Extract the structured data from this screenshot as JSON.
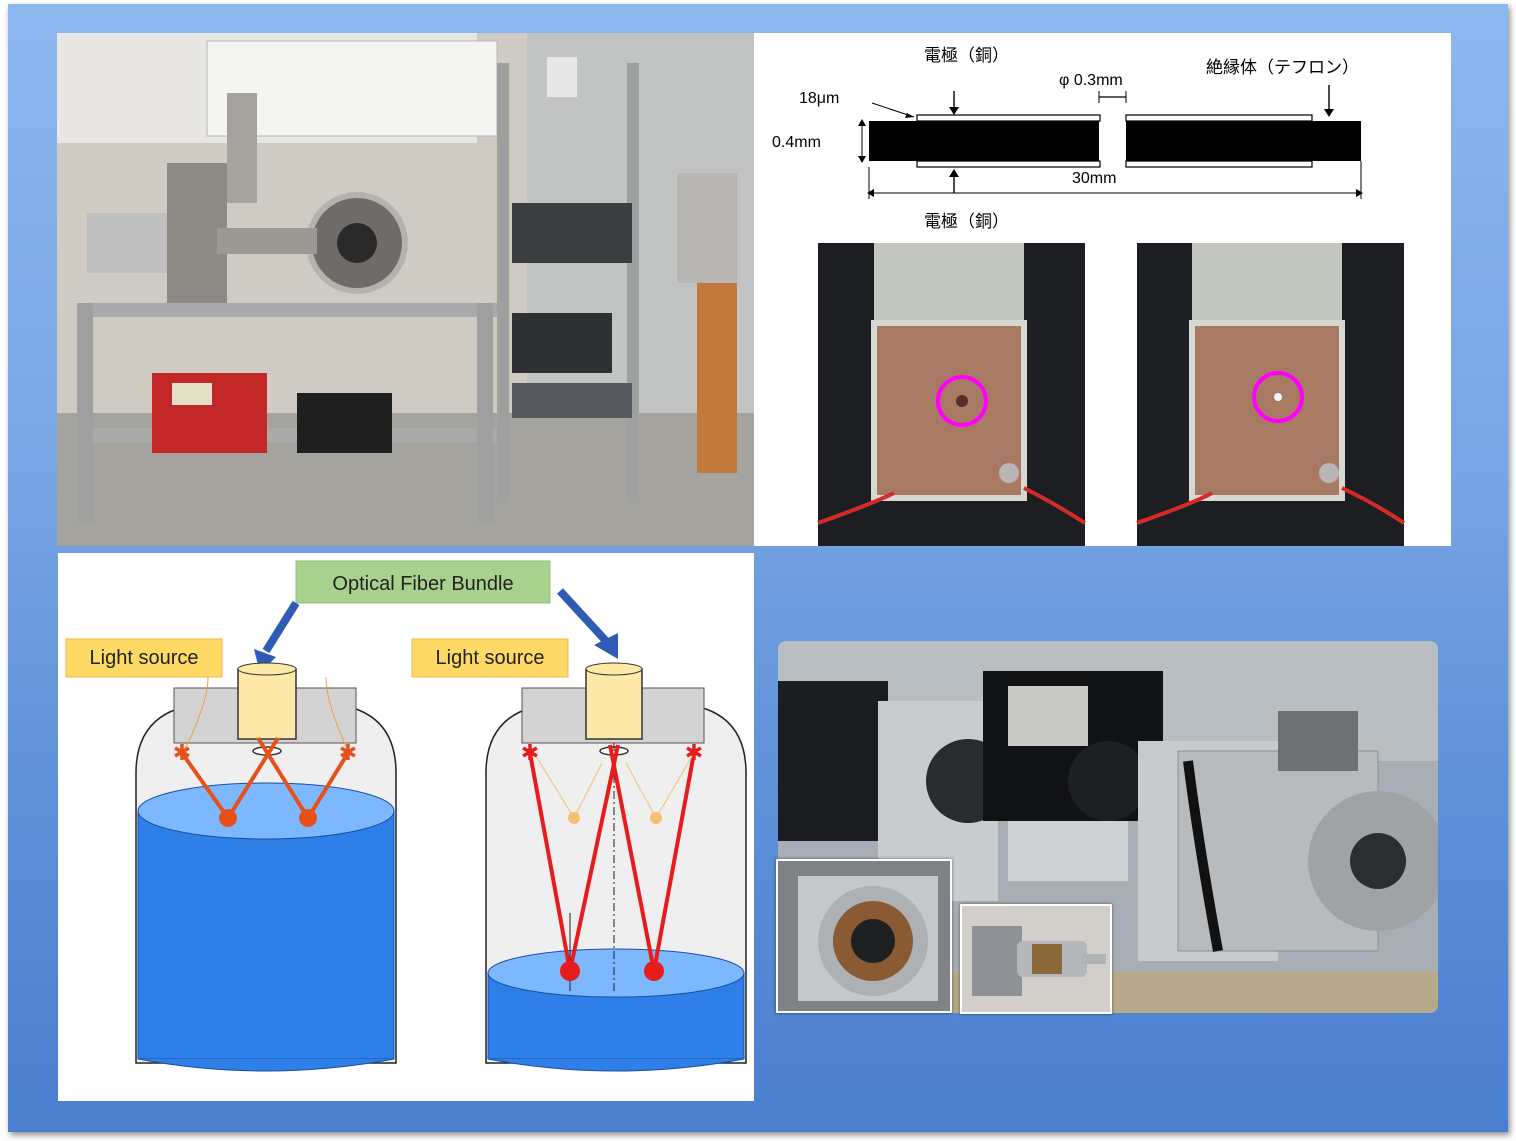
{
  "electrode_diagram": {
    "label_electrode_top": "電極（銅）",
    "label_electrode_bottom": "電極（銅）",
    "label_hole": "φ 0.3mm",
    "label_insulator": "絶縁体（テフロン）",
    "label_foil_thickness": "18μm",
    "label_thickness": "0.4mm",
    "label_width": "30mm"
  },
  "fiber_diagram": {
    "bundle_label": "Optical Fiber Bundle",
    "light_source_left": "Light source",
    "light_source_right": "Light source"
  },
  "colors": {
    "background_top": "#8db7ee",
    "background_bottom": "#4a7fcf",
    "label_green": "#a9d18e",
    "label_orange": "#ffd966",
    "liquid_blue": "#2f7fe8",
    "liquid_top": "#7db8ff",
    "ray_high": "#e8501a",
    "ray_low": "#e81c1c",
    "ring_magenta": "#ff00ff"
  }
}
